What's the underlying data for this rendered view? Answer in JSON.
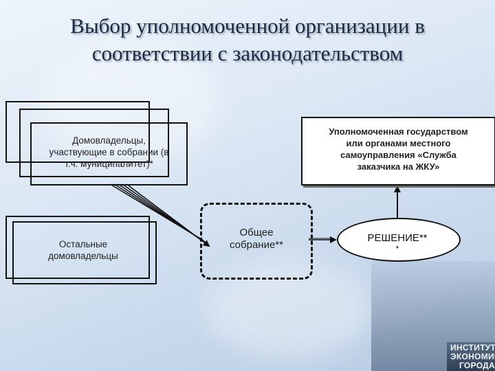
{
  "slide": {
    "title_line1": "Выбор уполномоченной организации в",
    "title_line2": "соответствии с законодательством"
  },
  "diagram": {
    "owners_participating": {
      "line1": "Домовладельцы,",
      "line2": "участвующие в собрании (в",
      "line3": "т.ч. муниципалитет)*"
    },
    "other_owners": {
      "line1": "Остальные",
      "line2": "домовладельцы"
    },
    "general_meeting": {
      "line1": "Общее",
      "line2": "собрание**"
    },
    "decision": {
      "line1": "РЕШЕНИЕ**",
      "line2": "*"
    },
    "authorized_org": {
      "line1": "Уполномоченная государством",
      "line2": "или органами местного",
      "line3": "самоуправления «Служба",
      "line4": "заказчика на ЖКУ»"
    }
  },
  "logo": {
    "line1": "ИНСТИТУТ",
    "line2": "ЭКОНОМИКИ",
    "line3": "ГОРОДА"
  }
}
